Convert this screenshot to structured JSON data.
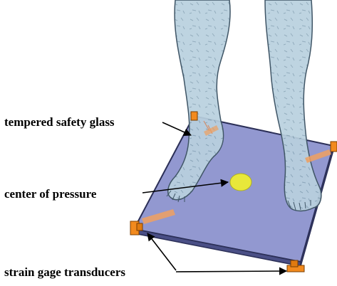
{
  "labels": {
    "glass": "tempered safety glass",
    "center_of_pressure": "center of pressure",
    "transducers": "strain gage transducers"
  },
  "colors": {
    "glass_fill": "#7f86c8",
    "glass_edge": "#2b2f57",
    "leg_fill": "#b9d0de",
    "leg_outline": "#3f5566",
    "center_of_pressure": "#e8e83a",
    "transducer": "#f28a1e",
    "strip": "#f0a060",
    "arrow": "#000000"
  },
  "icons": {
    "legs": "legs-standing-icon",
    "plate": "force-plate-icon",
    "transducer": "strain-gage-icon"
  }
}
